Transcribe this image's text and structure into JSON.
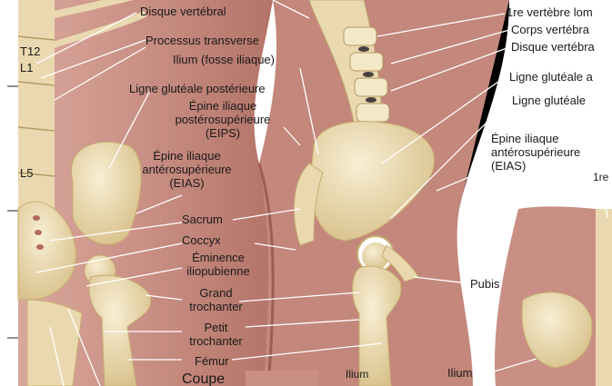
{
  "labels": {
    "disque_vertebral_left": "Disque vertébral",
    "processus_transverse": "Processus transverse",
    "t12": "T12",
    "l1": "L1",
    "l5": "L5",
    "ilium_fosse": "Ilium (fosse iliaque)",
    "ligne_glut_post": "Ligne glutéale postérieure",
    "eips": "Épine iliaque\npostérosupérieure\n(EIPS)",
    "eias_left": "Épine iliaque\nantérosupérieure\n(EIAS)",
    "sacrum": "Sacrum",
    "coccyx": "Coccyx",
    "eminence": "Éminence\niliopubienne",
    "grand_trochanter": "Grand\ntrochanter",
    "petit_trochanter": "Petit\ntrochanter",
    "femur": "Fémur",
    "ilium_bottom": "Ilium",
    "coupe": "Coupe",
    "pubis": "Pubis",
    "vertebre_lombaire": "1re vertèbre lom",
    "corps_vertebral": "Corps vertébra",
    "disque_vertebral_right": "Disque vertébra",
    "ligne_glut_a": "Ligne glutéale a",
    "ligne_glut": "Ligne glutéale",
    "eias_right": "Épine iliaque\nantérosupérieure\n(EIAS)",
    "ilium_right": "Ilium",
    "first_right": "1re"
  },
  "colors": {
    "skin": "#c98f84",
    "skin_dark": "#a8665c",
    "bone": "#efe2bd",
    "bone_shade": "#d9c48f",
    "line": "#ffffff"
  }
}
